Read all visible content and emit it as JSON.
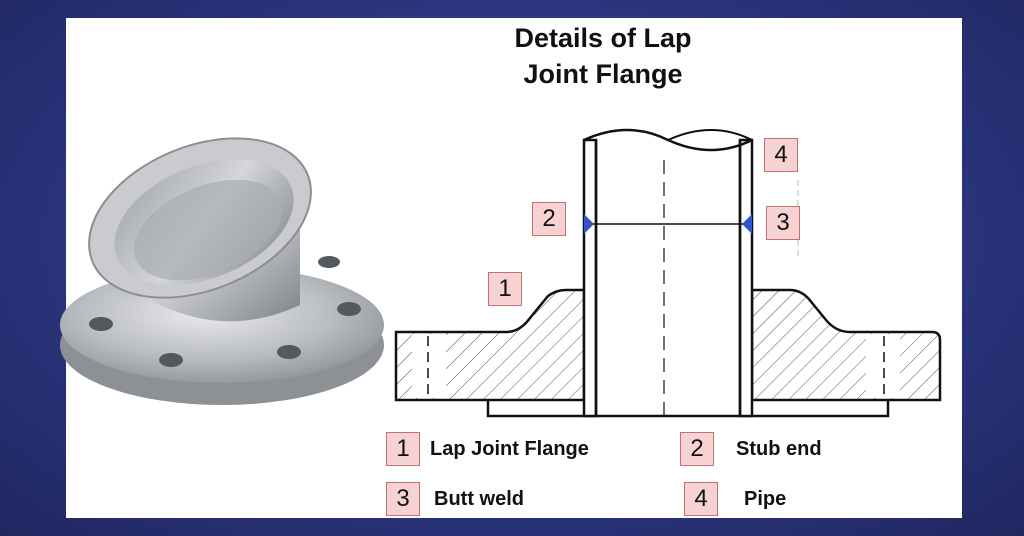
{
  "title": {
    "line1": "Details of Lap",
    "line2": "Joint Flange"
  },
  "callouts": [
    {
      "num": "1"
    },
    {
      "num": "2"
    },
    {
      "num": "3"
    },
    {
      "num": "4"
    }
  ],
  "legend": [
    {
      "num": "1",
      "label": "Lap Joint Flange"
    },
    {
      "num": "2",
      "label": "Stub end"
    },
    {
      "num": "3",
      "label": "Butt weld"
    },
    {
      "num": "4",
      "label": "Pipe"
    }
  ],
  "colors": {
    "background": "#2c3680",
    "badge_fill": "#f6d2d2",
    "badge_border": "#c77070",
    "weld": "#2f55c8",
    "metal": "#b9bcc0"
  }
}
